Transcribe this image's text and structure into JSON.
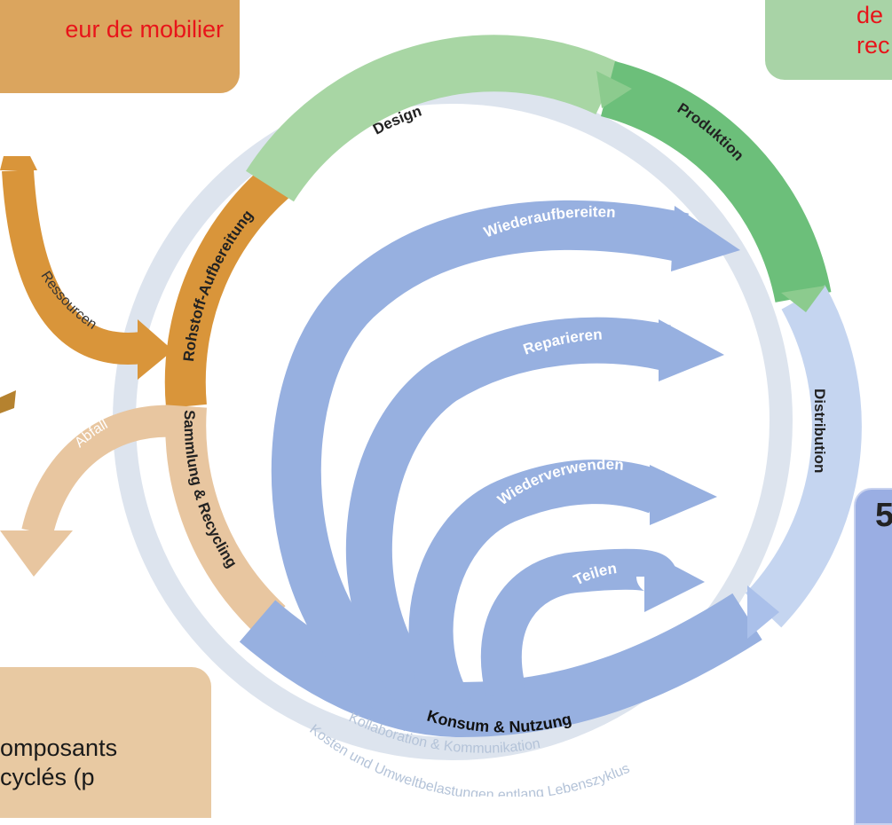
{
  "callouts": {
    "top_left": "eur de mobilier",
    "top_right_line1": "de",
    "top_right_line2": "rec",
    "bottom_left_line1": "omposants",
    "bottom_left_line2": "cyclés (p",
    "bottom_right": "5"
  },
  "cycle": {
    "outer_stages": {
      "design": "Design",
      "production": "Produktion",
      "distribution": "Distribution",
      "consumption": "Konsum & Nutzung",
      "collection": "Sammlung & Recycling",
      "raw_materials": "Rohstoff-Aufbereitung"
    },
    "inner_loops": {
      "remanufacture": "Wiederaufbereiten",
      "repair": "Reparieren",
      "reuse": "Wiederverwenden",
      "share": "Teilen"
    },
    "inputs_outputs": {
      "resources": "Ressourcen",
      "waste": "Abfall"
    },
    "ring_labels": {
      "collaboration": "Kollaboration & Kommunikation",
      "costs": "Kosten und Umweltbelastungen entlang Lebenszyklus"
    }
  },
  "colors": {
    "design_green": "#a8d6a4",
    "production_green": "#6cbf7a",
    "raw_orange": "#d9953a",
    "recycling_beige": "#e8c6a0",
    "loop_blue": "#97b0e0",
    "distribution_blue": "#c5d5f0",
    "ring_grey": "#dde4ee",
    "callout_red": "#e8141a"
  }
}
